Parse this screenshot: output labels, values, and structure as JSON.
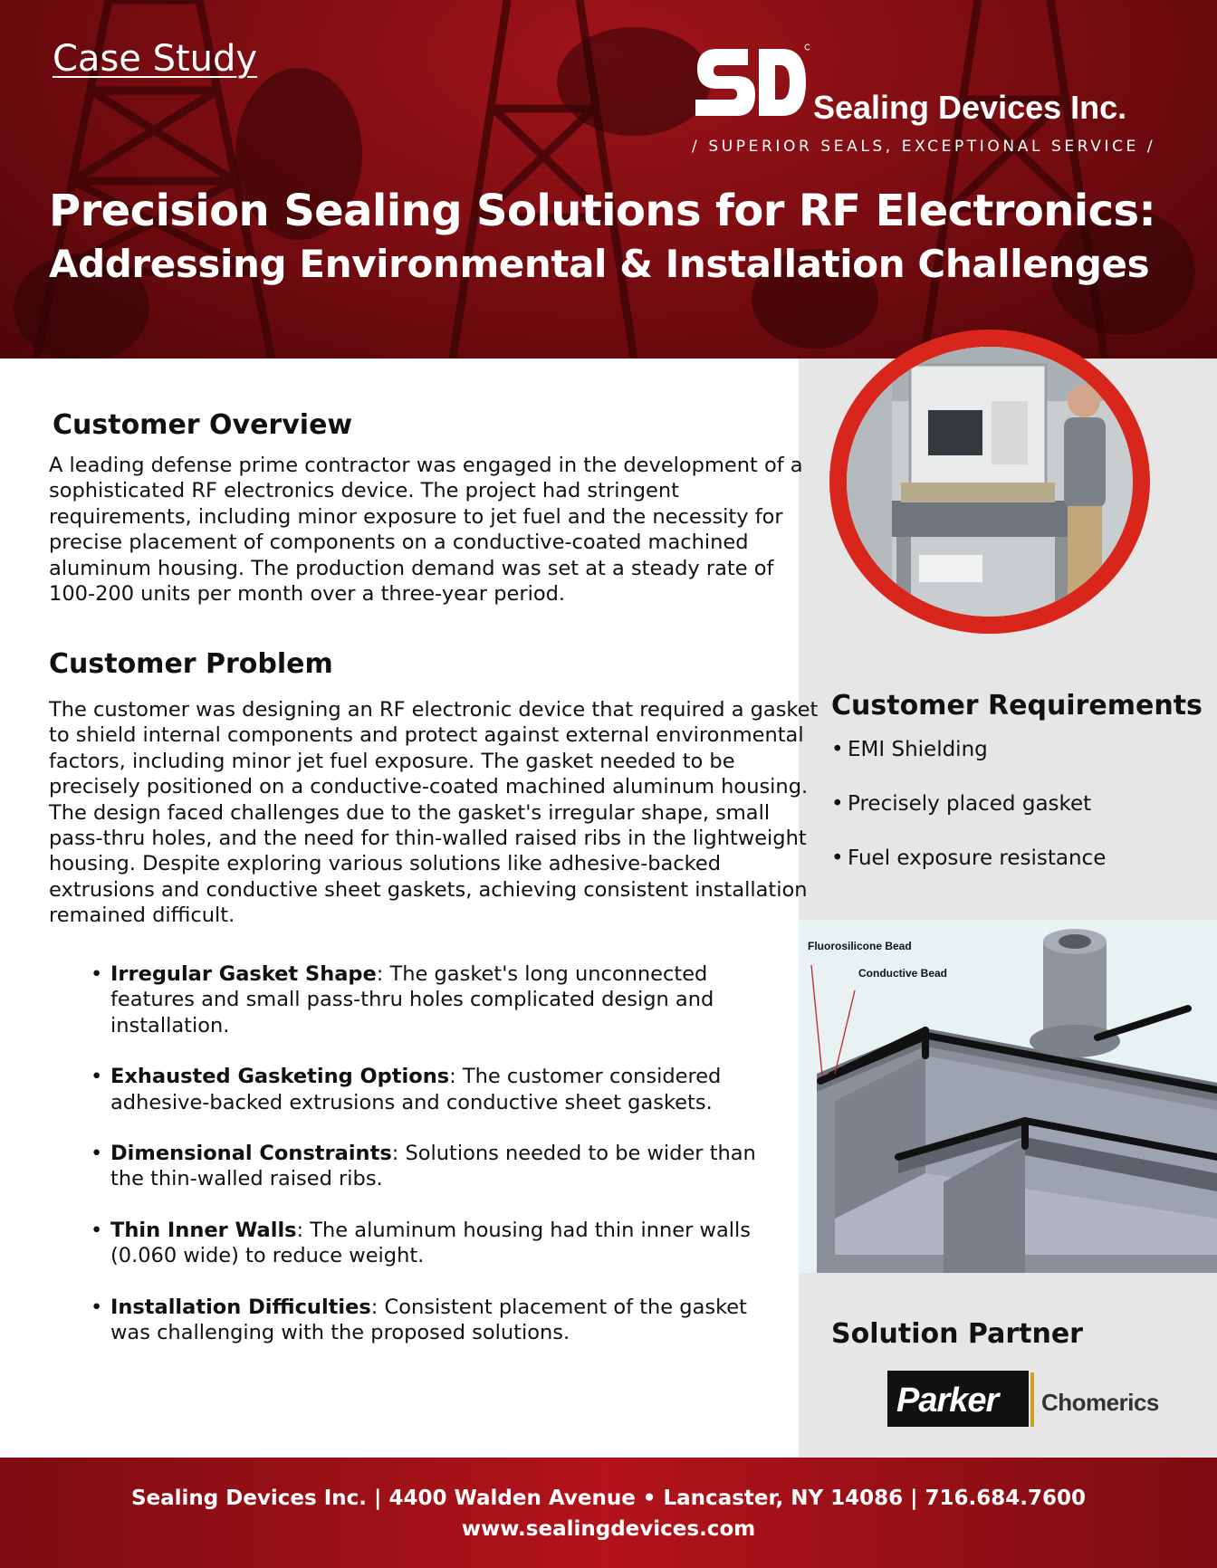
{
  "header": {
    "case_study": "Case Study",
    "company": "Sealing Devices Inc.",
    "tagline": "/ SUPERIOR SEALS, EXCEPTIONAL SERVICE /",
    "title_line1": "Precision Sealing Solutions for RF Electronics:",
    "title_line2": "Addressing Environmental & Installation Challenges"
  },
  "overview": {
    "heading": "Customer Overview",
    "lines": [
      "A leading defense prime contractor was engaged in the development of a",
      "sophisticated RF electronics device. The project had stringent",
      "requirements, including minor exposure to jet fuel and the necessity for",
      "precise placement of components on a conductive-coated machined",
      "aluminum housing. The production demand was set at a steady rate of",
      "100-200 units per month over a three-year period."
    ]
  },
  "problem": {
    "heading": "Customer Problem",
    "lines": [
      "The customer was designing an RF electronic device that required a gasket",
      "to shield internal components and protect against external environmental",
      "factors, including minor jet fuel exposure. The gasket needed to be",
      "precisely positioned on a conductive-coated machined aluminum housing.",
      "The design faced challenges due to the gasket's irregular shape, small",
      "pass-thru holes, and the need for thin-walled raised ribs in the lightweight",
      "housing. Despite exploring various solutions like adhesive-backed",
      "extrusions and conductive sheet gaskets, achieving consistent installation",
      "remained difficult."
    ],
    "bullets": [
      {
        "bold": "Irregular Gasket Shape",
        "rest1": ": The gasket's long unconnected",
        "rest2": "features and small pass-thru holes complicated design and",
        "rest3": "installation."
      },
      {
        "bold": "Exhausted Gasketing Options",
        "rest1": ": The customer considered",
        "rest2": "adhesive-backed extrusions and conductive sheet gaskets.",
        "rest3": ""
      },
      {
        "bold": "Dimensional Constraints",
        "rest1": ": Solutions needed to be wider than",
        "rest2": "the thin-walled raised ribs.",
        "rest3": ""
      },
      {
        "bold": "Thin Inner Walls",
        "rest1": ": The aluminum housing had thin inner walls",
        "rest2": "(0.060 wide) to reduce weight.",
        "rest3": ""
      },
      {
        "bold": "Installation Difficulties",
        "rest1": ": Consistent placement of the gasket",
        "rest2": "was challenging with the proposed solutions.",
        "rest3": ""
      }
    ],
    "bullet_char": "•"
  },
  "requirements": {
    "heading": "Customer Requirements",
    "items": [
      "EMI Shielding",
      "Precisely placed gasket",
      "Fuel exposure resistance"
    ]
  },
  "diagram": {
    "label_fluoro": "Fluorosilicone Bead",
    "label_conductive": "Conductive Bead"
  },
  "partner": {
    "heading": "Solution Partner",
    "logo_name": "Parker",
    "logo_division": "Chomerics"
  },
  "footer": {
    "line1": "Sealing Devices Inc.  |  4400 Walden Avenue • Lancaster, NY 14086  |  716.684.7600",
    "line2": "www.sealingdevices.com"
  },
  "colors": {
    "brand_red": "#b3131b",
    "ring_red": "#d9261c",
    "sidebar_gray": "#e6e6e6"
  }
}
